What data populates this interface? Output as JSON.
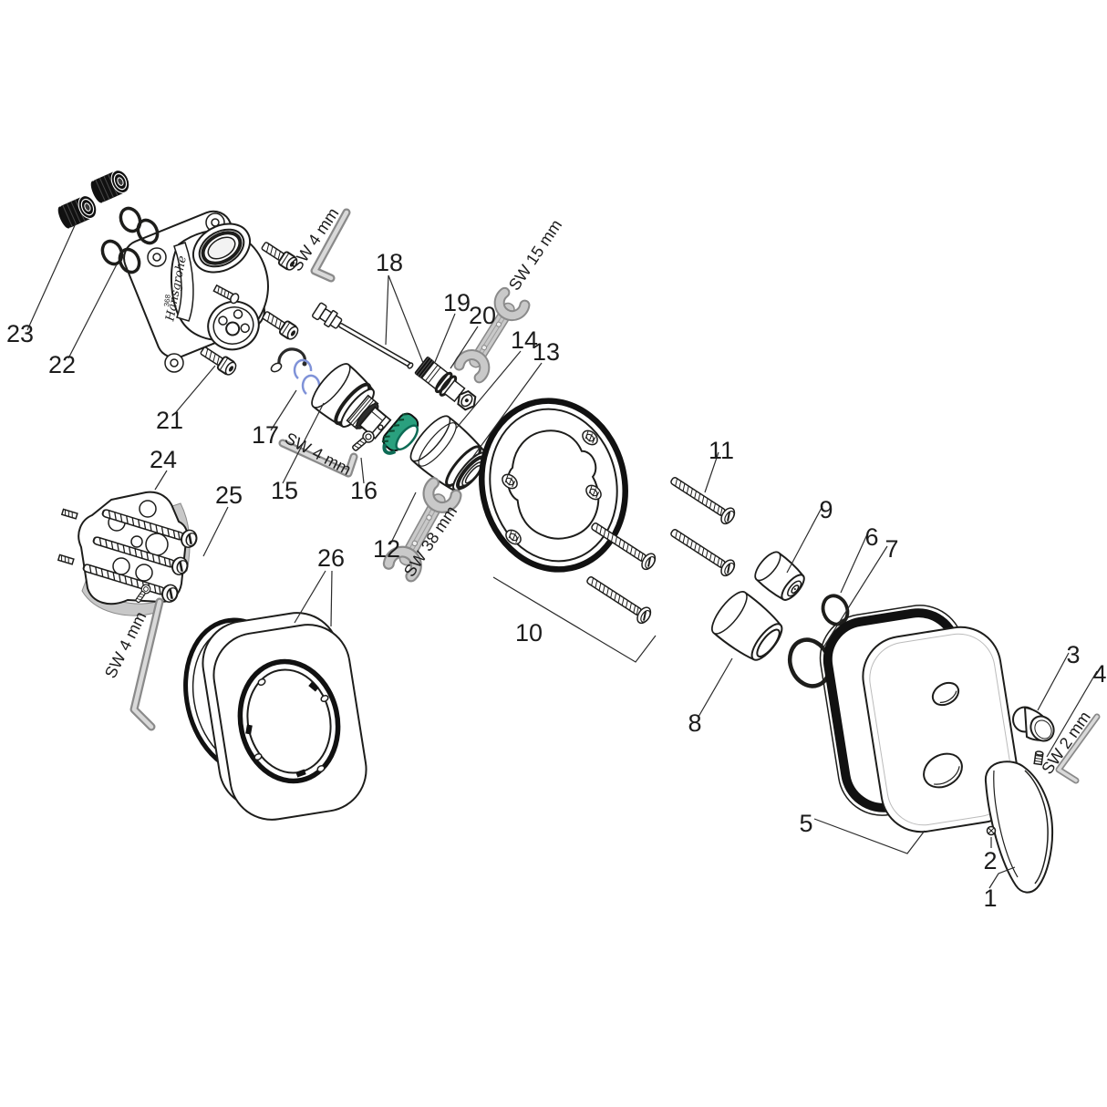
{
  "diagram": {
    "brand": "Hansgrohe",
    "body_code": "368",
    "part_labels": [
      "1",
      "2",
      "3",
      "4",
      "5",
      "6",
      "7",
      "8",
      "9",
      "10",
      "11",
      "12",
      "13",
      "14",
      "15",
      "16",
      "17",
      "18",
      "19",
      "20",
      "21",
      "22",
      "23",
      "24",
      "25",
      "26"
    ],
    "tool_labels": [
      "SW 4 mm",
      "SW 15 mm",
      "SW 4 mm",
      "SW 38 mm",
      "SW 4 mm",
      "SW 2 mm"
    ],
    "colors": {
      "line": "#1d1d1b",
      "cartridge_ring_green": "#2aa07e",
      "cartridge_ring_green_dark": "#0d6b55",
      "clip_blue": "#7f92d8",
      "tool_gray": "#c9c9c9",
      "tool_gray_dark": "#8a8a8a"
    }
  }
}
